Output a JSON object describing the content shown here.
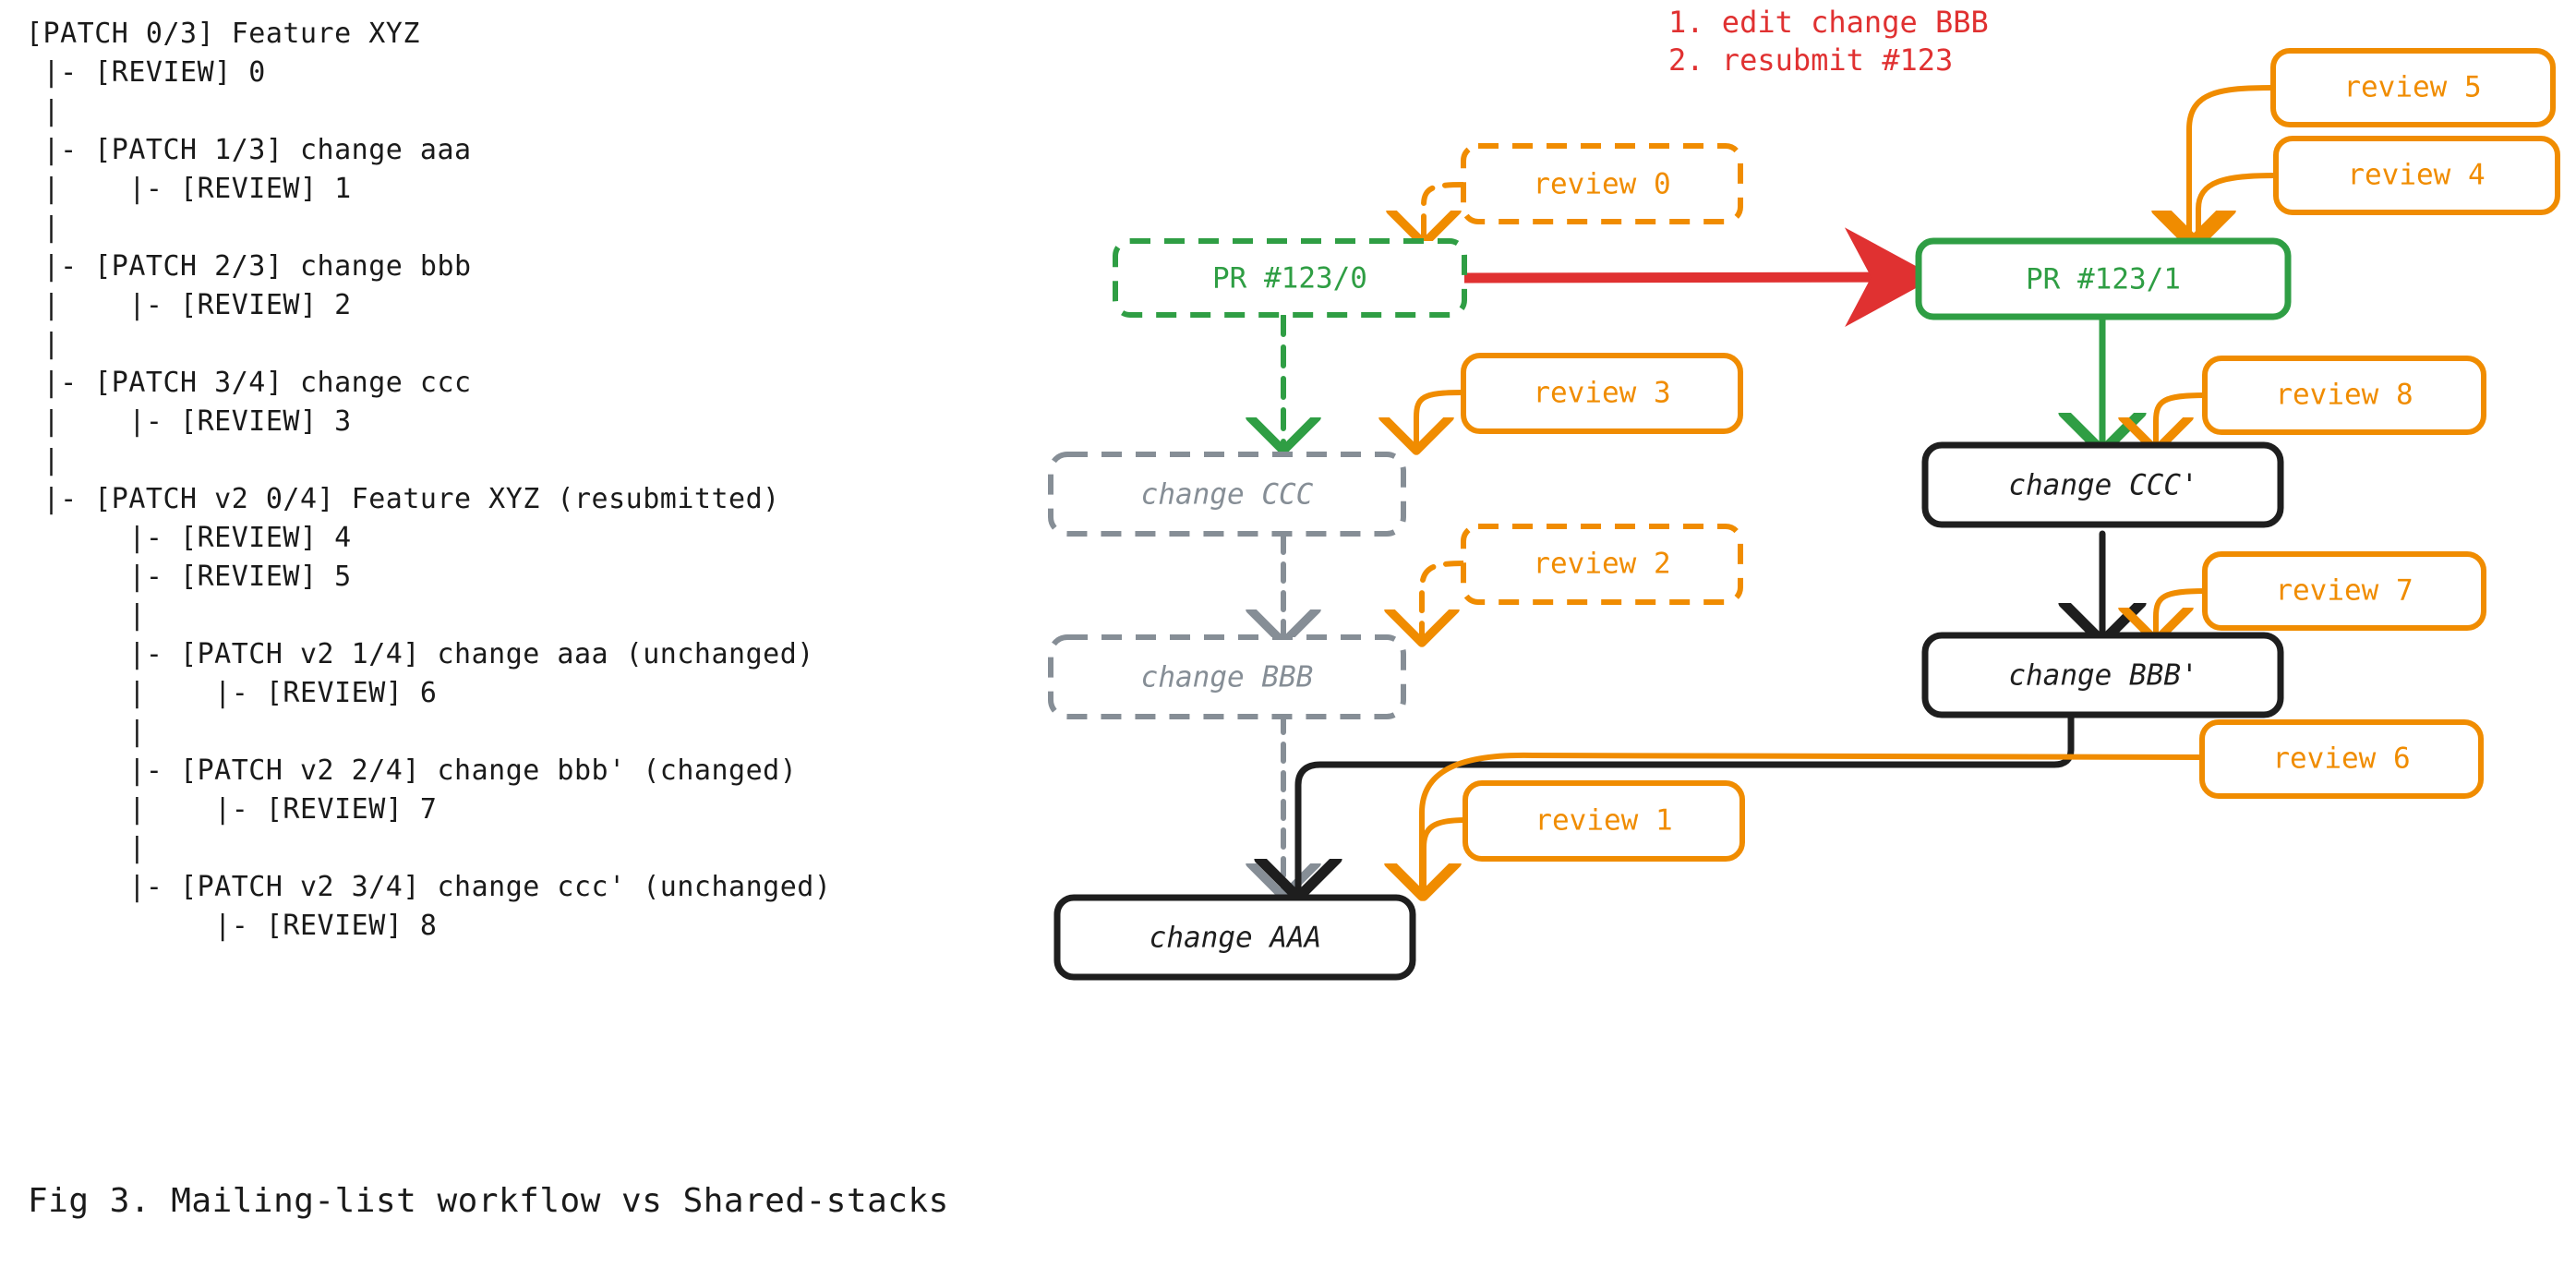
{
  "figure": {
    "caption": "Fig 3. Mailing-list workflow vs Shared-stacks"
  },
  "mailing_list_tree": {
    "lines": [
      "[PATCH 0/3] Feature XYZ",
      " |- [REVIEW] 0",
      " |",
      " |- [PATCH 1/3] change aaa",
      " |    |- [REVIEW] 1",
      " |",
      " |- [PATCH 2/3] change bbb",
      " |    |- [REVIEW] 2",
      " |",
      " |- [PATCH 3/4] change ccc",
      " |    |- [REVIEW] 3",
      " |",
      " |- [PATCH v2 0/4] Feature XYZ (resubmitted)",
      "      |- [REVIEW] 4",
      "      |- [REVIEW] 5",
      "      |",
      "      |- [PATCH v2 1/4] change aaa (unchanged)",
      "      |    |- [REVIEW] 6",
      "      |",
      "      |- [PATCH v2 2/4] change bbb' (changed)",
      "      |    |- [REVIEW] 7",
      "      |",
      "      |- [PATCH v2 3/4] change ccc' (unchanged)",
      "           |- [REVIEW] 8"
    ]
  },
  "diagram": {
    "annotation": {
      "line1": "1. edit change BBB",
      "line2": "2. resubmit #123"
    },
    "nodes": {
      "pr_old": "PR #123/0",
      "pr_new": "PR #123/1",
      "change_ccc_old": "change CCC",
      "change_bbb_old": "change BBB",
      "change_aaa": "change AAA",
      "change_ccc_new": "change CCC'",
      "change_bbb_new": "change BBB'"
    },
    "reviews": {
      "r0": "review 0",
      "r1": "review 1",
      "r2": "review 2",
      "r3": "review 3",
      "r4": "review 4",
      "r5": "review 5",
      "r6": "review 6",
      "r7": "review 7",
      "r8": "review 8"
    },
    "colors": {
      "red": "#e03131",
      "orange": "#f08c00",
      "green": "#2f9e44",
      "grey": "#868e96",
      "black": "#1e1e1e"
    }
  }
}
